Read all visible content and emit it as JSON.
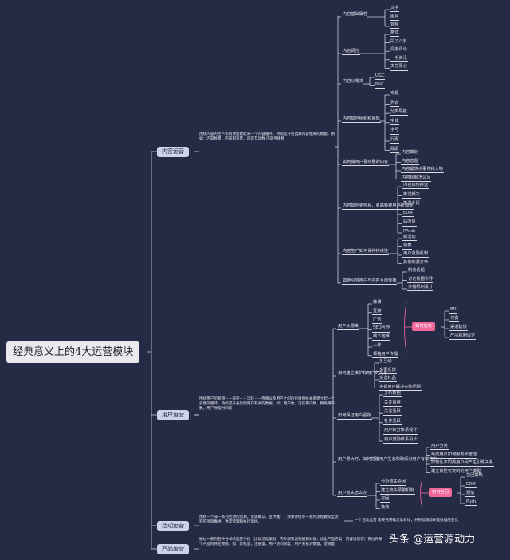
{
  "root": "经典意义上的4大运营模块",
  "content_ops": {
    "label": "内容运营",
    "desc": "围绕内容的生产和消费搭建起来一个内容循环，持续提升各类跟内容相关的数据，例如：内容数量，内容浏览量，内容互动数 内容传播数",
    "topics": [
      {
        "label": "内容基础属性",
        "items": [
          "文字",
          "图片",
          "音频"
        ]
      },
      {
        "label": "内容调性",
        "items": [
          "格式",
          "段子八卦",
          "深度评论",
          "一手资讯",
          "文艺原心"
        ]
      },
      {
        "label": "内容从哪来",
        "items": [
          "UGC",
          "PGC"
        ]
      },
      {
        "label": "内容如何组织和展现",
        "items": [
          "专题",
          "列表",
          "分类导航",
          "字体",
          "字号",
          "行距",
          "段距"
        ]
      },
      {
        "label": "如何做用户喜欢看的内容",
        "items": [
          "内容策划",
          "内容选题",
          "内容紧热点事件和人物",
          "内容标题怎么写"
        ]
      },
      {
        "label": "内容如何更容易，更高频被用户所消费",
        "items": [
          "内容如何推送",
          "推送频次",
          "推送手段",
          "EDM",
          "站内信",
          "PPush"
        ]
      },
      {
        "label": "内容生产如何保持持续性",
        "items": [
          "做活动",
          "裂奏",
          "用户激励机制",
          "其他刺激方帝"
        ]
      },
      {
        "label": "如何引导用户与内容互动传播",
        "items": [
          "制造话题",
          "讨论氛围引导",
          "传播机制设计"
        ]
      }
    ]
  },
  "user_ops": {
    "label": "用户运营",
    "desc": "围绕用户的新增－－留存－－活跃－－传播以及用户之间的价值供给关系建立起一个良性的循环，持续提升各类跟用户有关的数据，如：用户数，活跃用户数，精英用户数，用户停留时间等",
    "topics": [
      {
        "label": "用户从哪来",
        "items": [
          "微博",
          "豆瓣",
          "广告",
          "SEO合作",
          "线下地推",
          "人传",
          "领袖用户传播"
        ]
      },
      {
        "label": "如何建立维护和用户的关系",
        "items": [
          "多互动",
          "多要反馈",
          "多送礼品",
          "多帮用户解决实际问题"
        ]
      },
      {
        "label": "如何保证用户留存",
        "items": [
          "分析数据",
          "关注留存",
          "关注活跃",
          "社件活跃",
          "用户积分体系设计",
          "用户激励体系设计"
        ]
      },
      {
        "label": "用户量大时，如何搭建用户生态和确保对用户有效控力",
        "items": [
          "用户分类",
          "每类用户如何服务和管理",
          "如何让不同类用户间产生引爆关系",
          "建立良性可复制的用户模型"
        ]
      },
      {
        "label": "用户流失怎么办",
        "items": [
          "分析流失原因",
          "建立流失预警机制",
          "召回",
          "挽救"
        ]
      }
    ],
    "channel_tag": "如何落实",
    "channel_items": [
      "BD",
      "付费",
      "渠道建设",
      "产品机制设定"
    ],
    "recall_tag": "如何召回",
    "recall_items": [
      "召回策略",
      "EDM",
      "短信",
      "Push"
    ]
  },
  "activity_ops": {
    "label": "活动运营",
    "desc": "围绕一个或一系列活动的策划，资源确认，宣传推广，效果评估等一系列流程做好全流程的项目推进，进度管理和执行落地。",
    "note": "一个活动运营 需要先明确活动目标，并持续跟踪关键数据的变化"
  },
  "product_ops": {
    "label": "产品运营",
    "desc": "通过一系列各种各样的运营手段（比如活动策划，内外部资源拓展和对接，优化产品方案，内容组织等）去拉升某个产品的特定数据，如：装机量，注册量，用户访问深度，用户关系对数量，营销量"
  },
  "watermark": "头条 @运营源动力",
  "colors": {
    "background": "#252b45",
    "line": "#d0d0da",
    "pink": "#f0699a",
    "branch": "#c9d3ea"
  }
}
